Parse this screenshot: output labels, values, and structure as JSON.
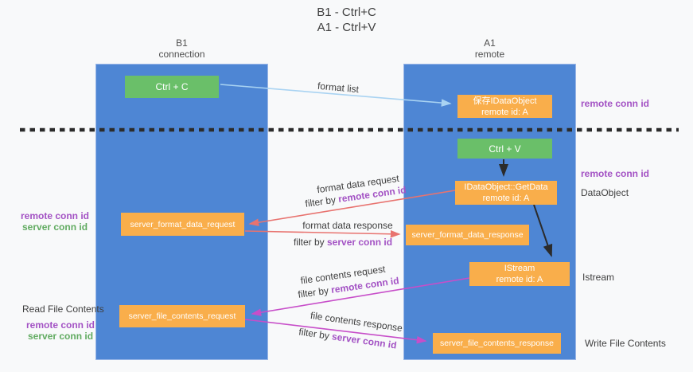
{
  "colors": {
    "column_blue": "#4e86d4",
    "box_green": "#6abf69",
    "box_orange": "#f9ae4b",
    "arrow_salmon": "#e8736f",
    "arrow_magenta": "#c74ec9",
    "arrow_lightblue": "#a9d3f2",
    "arrow_black": "#2b2b2b",
    "text_purple": "#a352c4",
    "text_green": "#61ab61",
    "text_dark": "#3f3f3f"
  },
  "title": {
    "line1": "B1 - Ctrl+C",
    "line2": "A1 - Ctrl+V"
  },
  "columns": {
    "left": {
      "title": "B1",
      "subtitle": "connection"
    },
    "right": {
      "title": "A1",
      "subtitle": "remote"
    }
  },
  "nodes": {
    "ctrl_c": "Ctrl + C",
    "ctrl_v": "Ctrl + V",
    "save_dataobject_line1": "保存IDataObject",
    "save_dataobject_line2": "remote id: A",
    "getdata_line1": "IDataObject::GetData",
    "getdata_line2": "remote id: A",
    "istream_line1": "IStream",
    "istream_line2": "remote id: A",
    "server_format_data_request": "server_format_data_request",
    "server_format_data_response": "server_format_data_response",
    "server_file_contents_request": "server_file_contents_request",
    "server_file_contents_response": "server_file_contents_response"
  },
  "wire_labels": {
    "format_list": "format list",
    "format_data_request": "format data request",
    "format_data_response": "format data response",
    "file_contents_request": "file contents request",
    "file_contents_response": "file contents response",
    "filter_by": "filter by",
    "remote_conn_id": "remote conn id",
    "server_conn_id": "server conn id"
  },
  "side_labels": {
    "remote_conn_id": "remote conn id",
    "server_conn_id": "server conn id",
    "dataobject": "DataObject",
    "istream": "Istream",
    "read_file_contents": "Read File Contents",
    "write_file_contents": "Write File Contents"
  }
}
